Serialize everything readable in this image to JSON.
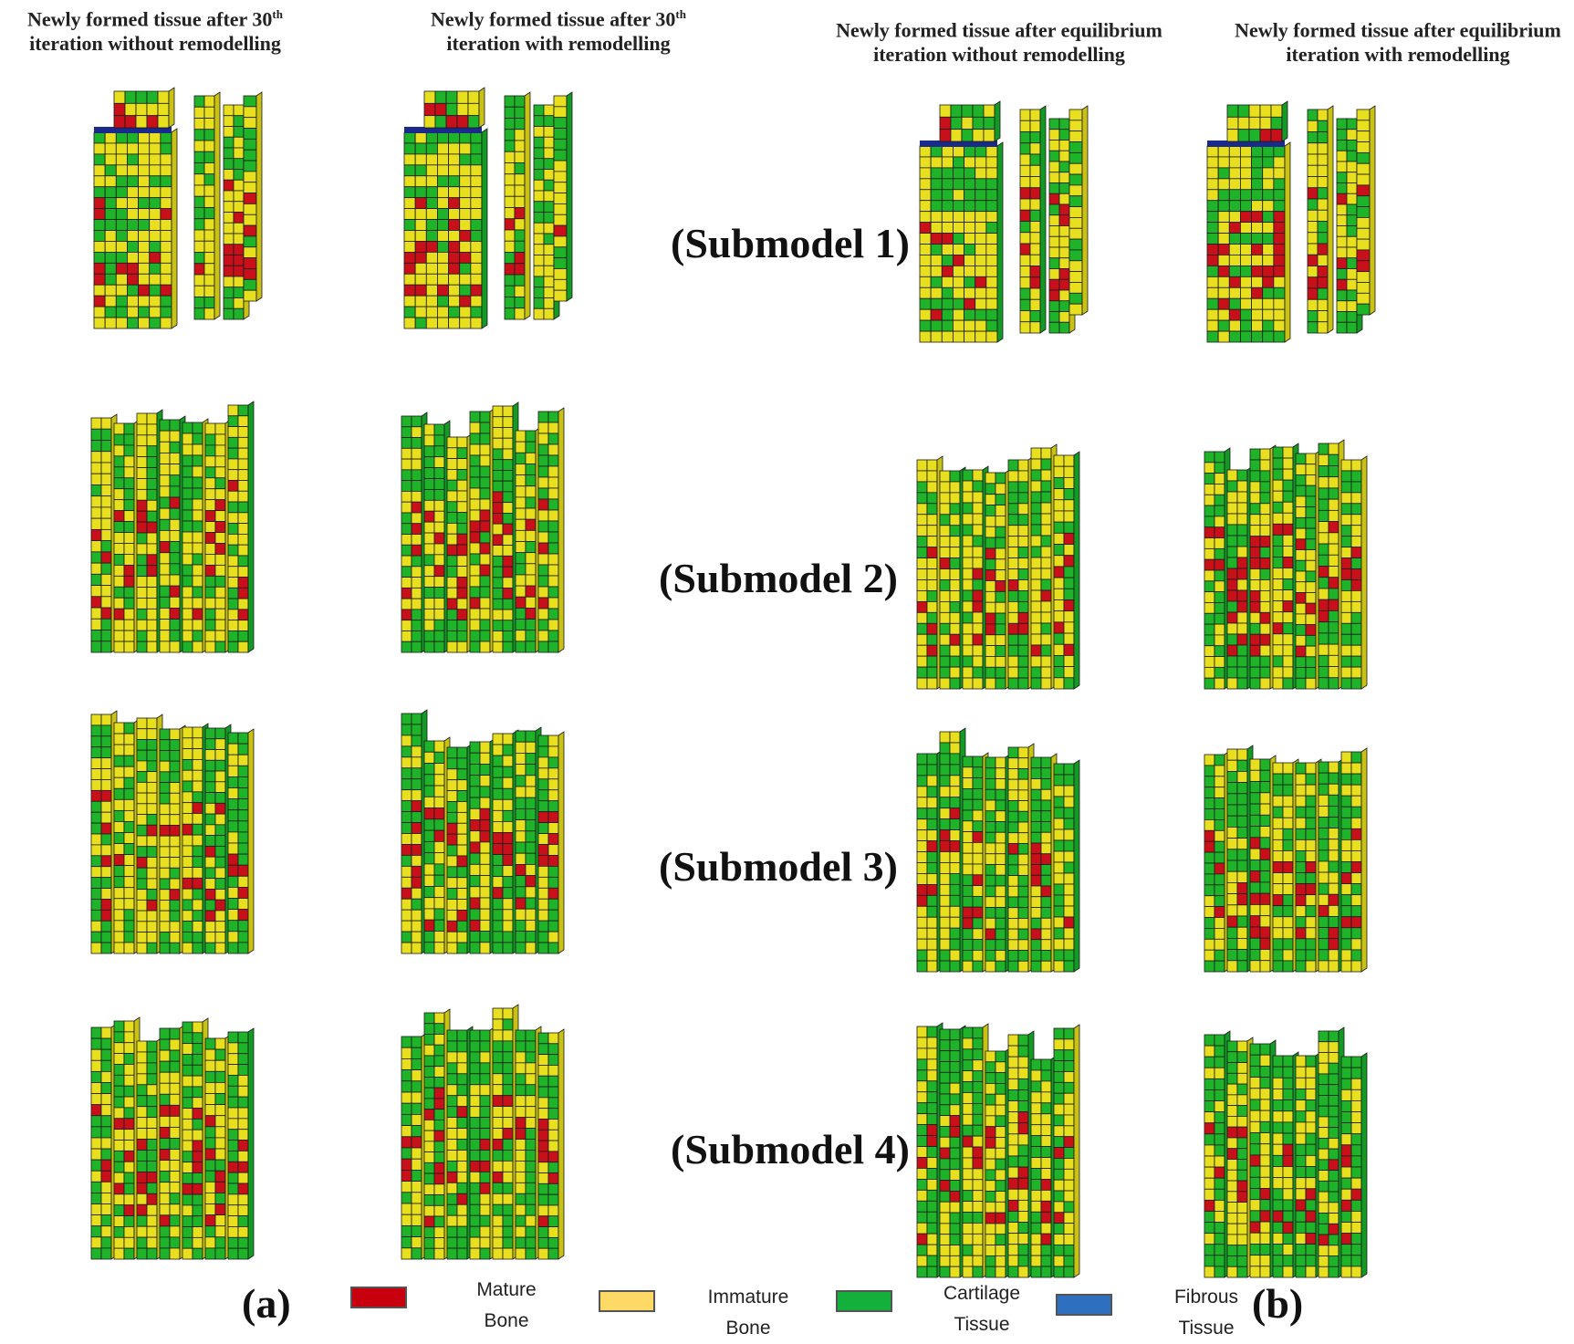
{
  "columns": [
    {
      "line1": "Newly formed tissue after 30",
      "sup": "th",
      "line2": "iteration without remodelling"
    },
    {
      "line1": "Newly formed tissue after 30",
      "sup": "th",
      "line2": "iteration  with remodelling"
    },
    {
      "line1": "Newly formed tissue after equilibrium",
      "sup": "",
      "line2": "iteration without remodelling"
    },
    {
      "line1": "Newly formed tissue after equilibrium",
      "sup": "",
      "line2": "iteration with remodelling"
    }
  ],
  "submodels": [
    "(Submodel 1)",
    "(Submodel 2)",
    "(Submodel 3)",
    "(Submodel 4)"
  ],
  "panels": {
    "a": "(a)",
    "b": "(b)"
  },
  "legend": [
    {
      "line1": "Mature",
      "line2": "Bone",
      "color": "#c8000e"
    },
    {
      "line1": "Immature",
      "line2": "Bone",
      "color": "#ffd966"
    },
    {
      "line1": "Cartilage",
      "line2": "Tissue",
      "color": "#13b13c"
    },
    {
      "line1": "Fibrous",
      "line2": "Tissue",
      "color": "#2e6fc0"
    }
  ],
  "tissue_colors": {
    "mature": "#c8101a",
    "immature": "#e8e01e",
    "cartilage": "#1fb32a",
    "fibrous": "#1a2a8a"
  }
}
